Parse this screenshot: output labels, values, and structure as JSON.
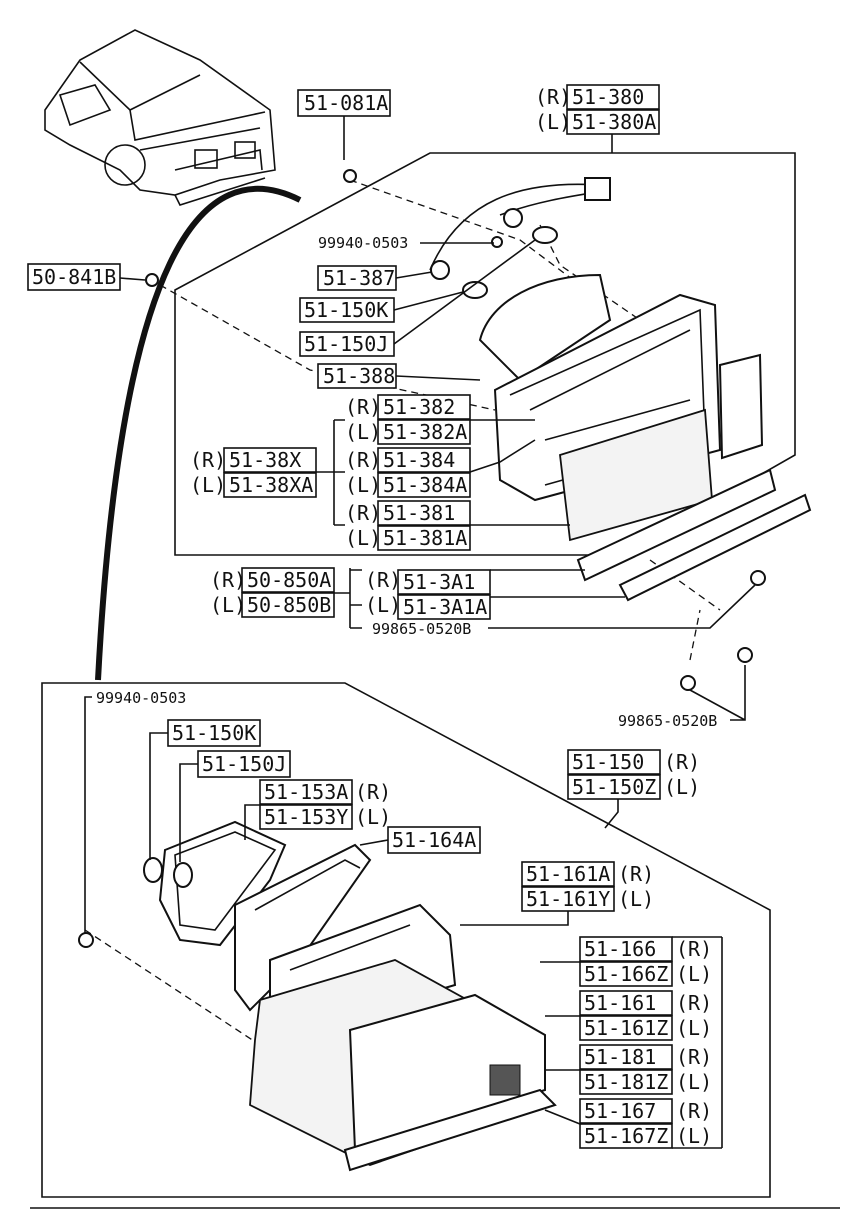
{
  "diagram": {
    "labels": {
      "l1": "51-081A",
      "l2_r": "(R)",
      "l2_a": "51-380",
      "l2_l": "(L)",
      "l2_b": "51-380A",
      "l3": "99940-0503",
      "l4": "50-841B",
      "l5": "51-387",
      "l6": "51-150K",
      "l7": "51-150J",
      "l8": "51-388",
      "l9_r": "(R)",
      "l9_a": "51-382",
      "l9_l": "(L)",
      "l9_b": "51-382A",
      "l10_r": "(R)",
      "l10_a": "51-38X",
      "l10_l": "(L)",
      "l10_b": "51-38XA",
      "l11_r": "(R)",
      "l11_a": "51-384",
      "l11_l": "(L)",
      "l11_b": "51-384A",
      "l12_r": "(R)",
      "l12_a": "51-381",
      "l12_l": "(L)",
      "l12_b": "51-381A",
      "l13_r": "(R)",
      "l13_a": "50-850A",
      "l13_l": "(L)",
      "l13_b": "50-850B",
      "l14_r": "(R)",
      "l14_a": "51-3A1",
      "l14_l": "(L)",
      "l14_b": "51-3A1A",
      "l15": "99865-0520B",
      "l16": "99865-0520B",
      "l17": "99940-0503",
      "l18": "51-150K",
      "l19": "51-150J",
      "l20_a": "51-153A",
      "l20_r": "(R)",
      "l20_b": "51-153Y",
      "l20_l": "(L)",
      "l21": "51-164A",
      "l22_a": "51-150",
      "l22_r": "(R)",
      "l22_b": "51-150Z",
      "l22_l": "(L)",
      "l23_a": "51-161A",
      "l23_r": "(R)",
      "l23_b": "51-161Y",
      "l23_l": "(L)",
      "l24_a": "51-166",
      "l24_r": "(R)",
      "l24_b": "51-166Z",
      "l24_l": "(L)",
      "l25_a": "51-161",
      "l25_r": "(R)",
      "l25_b": "51-161Z",
      "l25_l": "(L)",
      "l26_a": "51-181",
      "l26_r": "(R)",
      "l26_b": "51-181Z",
      "l26_l": "(L)",
      "l27_a": "51-167",
      "l27_r": "(R)",
      "l27_b": "51-167Z",
      "l27_l": "(L)"
    }
  }
}
